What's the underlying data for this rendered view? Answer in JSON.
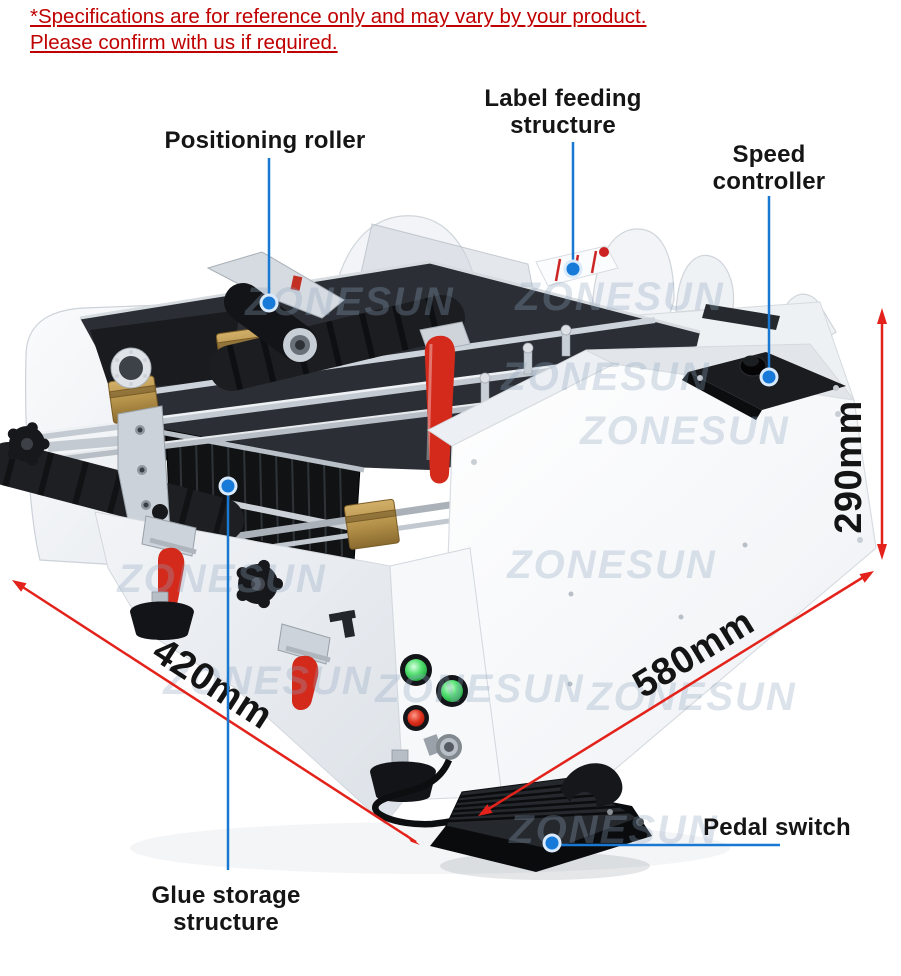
{
  "disclaimer": {
    "line1": "*Specifications are for reference only and may vary by your product.",
    "line2": "Please confirm with us if required."
  },
  "callouts": {
    "positioning_roller": {
      "label": "Positioning roller"
    },
    "label_feeding": {
      "line1": "Label feeding",
      "line2": "structure"
    },
    "speed_controller": {
      "line1": "Speed",
      "line2": "controller"
    },
    "pedal_switch": {
      "label": "Pedal switch"
    },
    "glue_storage": {
      "line1": "Glue storage",
      "line2": "structure"
    }
  },
  "dimensions": {
    "length": "580mm",
    "depth": "420mm",
    "height": "290mm"
  },
  "watermark": {
    "text": "ZONESUN"
  },
  "colors": {
    "callout_blue": "#1878d2",
    "dimension_red": "#e3231b",
    "disclaimer_red": "#c00000",
    "machine_brass": "#b5924a",
    "clamp_red": "#d32a1c",
    "button_green": "#2fbf53"
  }
}
